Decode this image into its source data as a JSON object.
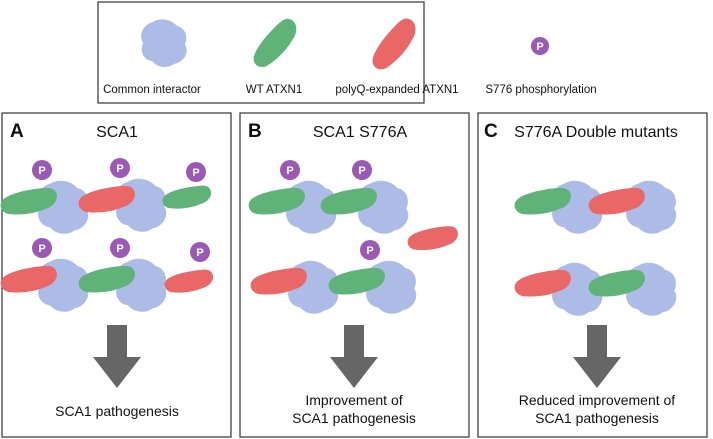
{
  "legend": {
    "common": "Common interactor",
    "wt": "WT ATXN1",
    "polyq": "polyQ-expanded ATXN1",
    "phospho": "S776 phosphorylation"
  },
  "phospho_symbol": "P",
  "colors": {
    "common": "#a9b9e6",
    "wt": "#5fb378",
    "polyq": "#ea6767",
    "phospho": "#9b59b6",
    "arrow": "#666666",
    "border": "#333333"
  },
  "panels": [
    {
      "letter": "A",
      "title": "SCA1",
      "outcome": [
        "SCA1 pathogenesis"
      ]
    },
    {
      "letter": "B",
      "title": "SCA1 S776A",
      "outcome": [
        "Improvement of",
        "SCA1 pathogenesis"
      ]
    },
    {
      "letter": "C",
      "title": "S776A Double mutants",
      "outcome": [
        "Reduced improvement of",
        "SCA1 pathogenesis"
      ]
    }
  ]
}
